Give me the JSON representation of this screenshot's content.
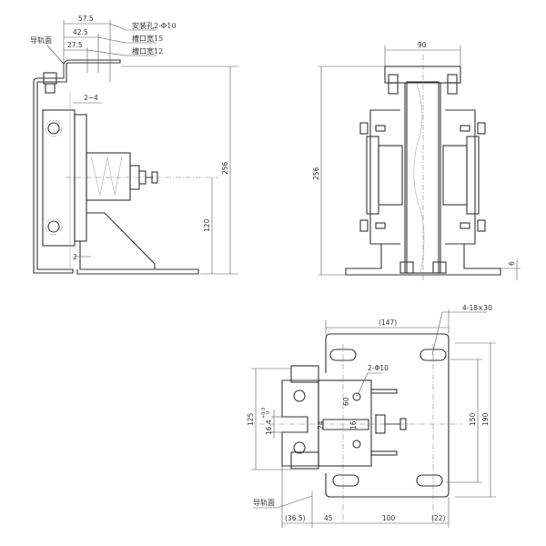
{
  "side_view": {
    "dims": {
      "d1": "57.5",
      "d2": "42.5",
      "d3": "27.5",
      "gap": "2~4",
      "height": "256",
      "axis_height": "120",
      "base_gap": "2"
    },
    "notes": {
      "mount_hole": "安装孔2-Φ10",
      "slot15": "槽口宽15",
      "slot12": "槽口宽12",
      "rail_face": "导轨面"
    }
  },
  "front_view": {
    "dims": {
      "width": "90",
      "height": "256",
      "base": "6"
    }
  },
  "plan_view": {
    "dims": {
      "overall": "(147)",
      "slots": "4-18×30",
      "holes": "2-Φ10",
      "d60": "60",
      "d16": "16",
      "d24": "24",
      "slot_width": "16.4",
      "tol": "+0.3",
      "tol0": "0",
      "h125": "125",
      "h150": "150",
      "h190": "190",
      "b365": "(36.5)",
      "b45": "45",
      "b100": "100",
      "b22": "(22)"
    },
    "notes": {
      "rail_face": "导轨面"
    }
  }
}
